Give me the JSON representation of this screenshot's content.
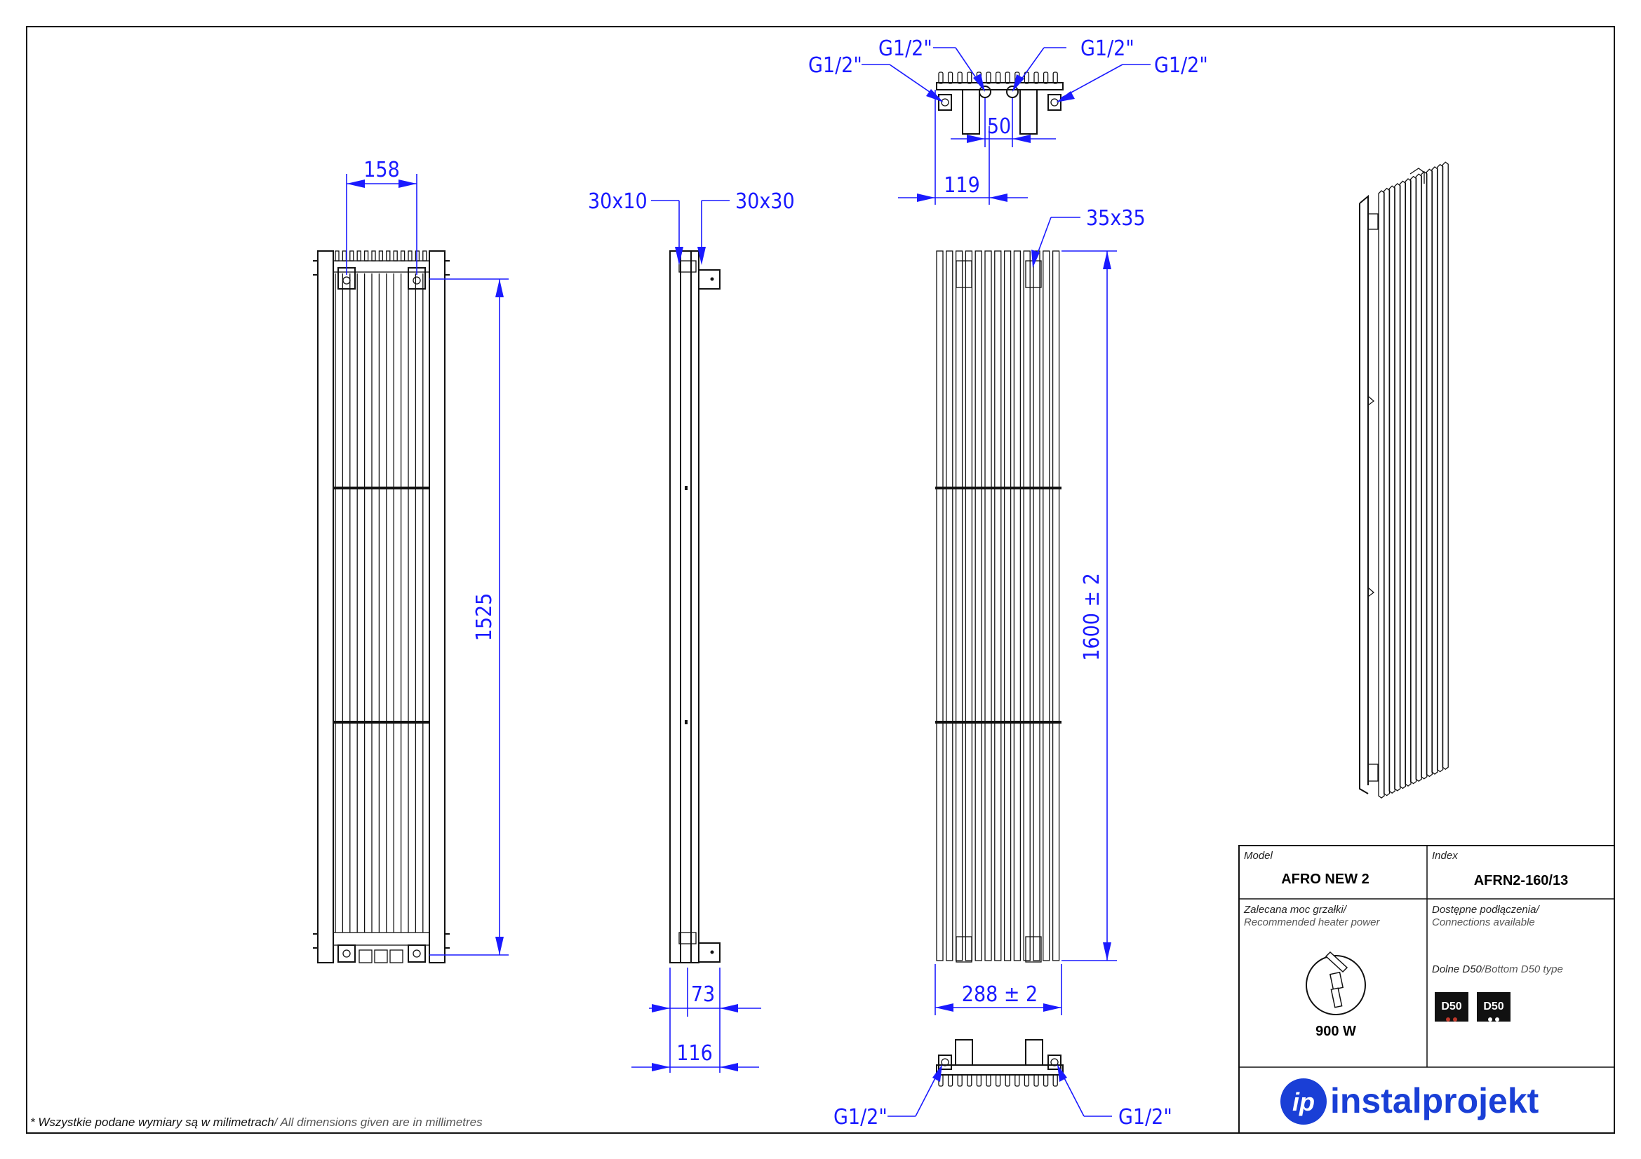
{
  "dimensions": {
    "front_width": "158",
    "front_height": "1525",
    "side_top_left": "30x10",
    "side_top_right": "30x30",
    "side_depth_1": "73",
    "side_depth_2": "116",
    "rear_tube": "35x35",
    "rear_height": "1600  ± 2",
    "rear_width": "288 ± 2",
    "top_spacing_50": "50",
    "top_spacing_119": "119"
  },
  "connections": {
    "top_left_outer": "G1/2\"",
    "top_left_inner": "G1/2\"",
    "top_right_inner": "G1/2\"",
    "top_right_outer": "G1/2\"",
    "bottom_left": "G1/2\"",
    "bottom_right": "G1/2\""
  },
  "title_block": {
    "model_label": "Model",
    "model_value": "AFRO NEW 2",
    "index_label": "Index",
    "index_value": "AFRN2-160/13",
    "heater_label_pl": "Zalecana moc grzałki/",
    "heater_label_en": "Recommended heater power",
    "heater_value": "900 W",
    "connections_label_pl": "Dostępne podłączenia/",
    "connections_label_en": "Connections available",
    "connection_type_pl": "Dolne D50",
    "connection_type_en": "/Bottom D50 type",
    "badge_1": "D50",
    "badge_2": "D50",
    "brand": "instalprojekt",
    "brand_mark": "ip"
  },
  "footnote": {
    "pl": "* Wszystkie podane wymiary są w milimetrach",
    "en": "/ All dimensions given are in millimetres"
  },
  "colors": {
    "dimension": "#1a1aff",
    "line": "#111111",
    "brand": "#1a3fd6"
  }
}
